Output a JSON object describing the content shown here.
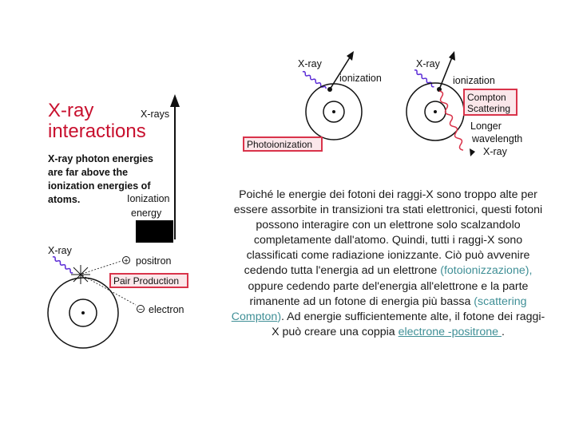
{
  "left_panel": {
    "title_line1": "X-ray",
    "title_line2": "interactions",
    "axis_label": "X-rays",
    "desc_line1": "X-ray photon energies",
    "desc_line2": "are far above the",
    "desc_line3": "ionization energies of",
    "desc_line4": "atoms.",
    "ion_energy_line1": "Ionization",
    "ion_energy_line2": "energy",
    "xray_label": "X-ray",
    "positron_label": "positron",
    "pair_production_label": "Pair Production",
    "electron_label": "electron",
    "plus_symbol": "+",
    "minus_symbol": "−"
  },
  "photo_panel": {
    "xray_label": "X-ray",
    "ionization_label": "ionization",
    "photoionization_label": "Photoionization"
  },
  "compton_panel": {
    "xray_label": "X-ray",
    "ionization_label": "ionization",
    "compton_line1": "Compton",
    "compton_line2": "Scattering",
    "longer_line1": "Longer",
    "longer_line2": "wavelength",
    "longer_line3": "X-ray"
  },
  "paragraph": {
    "part1": "Poiché le energie dei fotoni dei raggi-X sono troppo alte per essere assorbite in transizioni tra stati elettronici, questi fotoni possono interagire con un elettrone solo scalzandolo completamente dall'atomo. Quindi, tutti i raggi-X sono classificati come radiazione ionizzante. Ciò può avvenire cedendo tutta l'energia ad un elettrone ",
    "fotoionizzazione": "(fotoionizzazione),",
    "part2": " oppure cedendo parte del'energia all'elettrone e la parte rimanente ad un fotone di energia più  bassa ",
    "scattering_open": "(scattering ",
    "compton_link": "Compton",
    "scattering_close": ")",
    "part3": ". Ad energie sufficientemente alte, il fotone dei raggi-X può creare una coppia ",
    "pair_link": "electrone -positrone ",
    "part4": "."
  },
  "colors": {
    "frame_red": "#d9334a",
    "title_red": "#c8102e",
    "photon_purple": "#5b2bd6",
    "teal_text": "#3f8f96",
    "label_fill": "#fbe7ea"
  }
}
